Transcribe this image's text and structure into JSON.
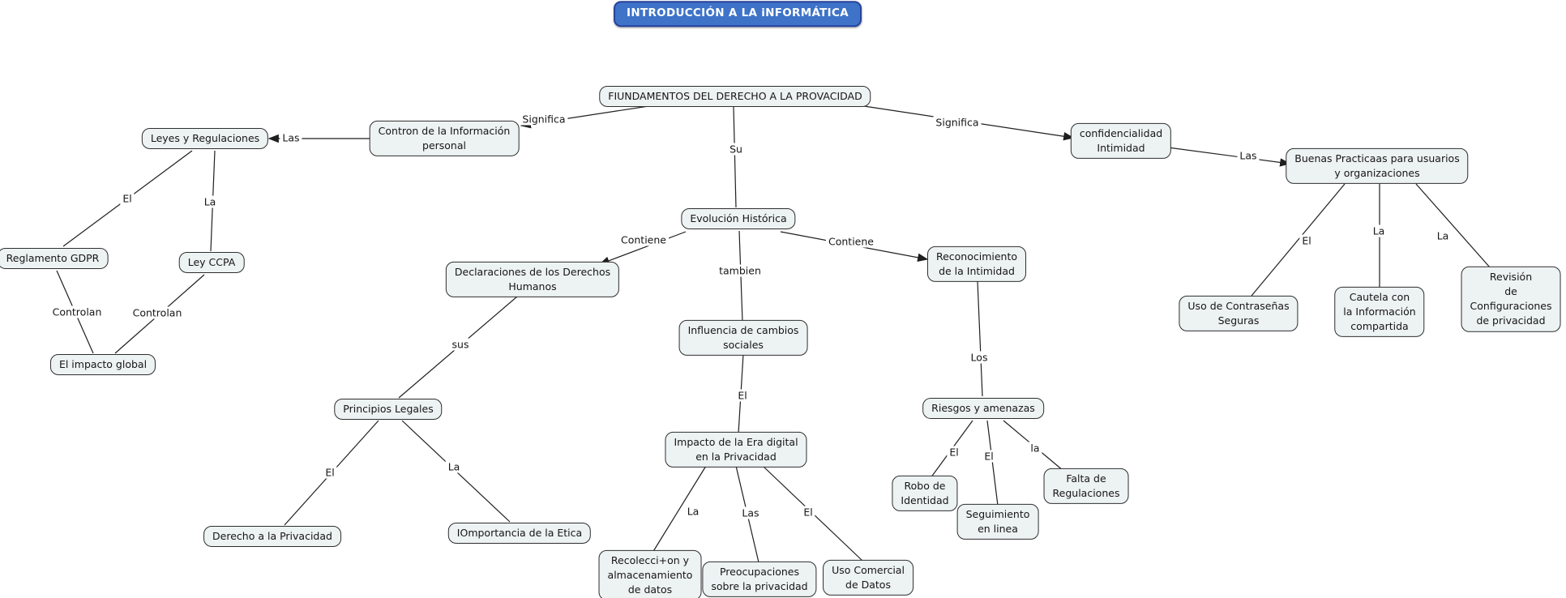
{
  "colors": {
    "background": "#ffffff",
    "node_fill": "#edf2f3",
    "node_border": "#2e2e2e",
    "node_text": "#161616",
    "title_fill": "#3e73c8",
    "title_border": "#27439d",
    "title_text": "#ffffff",
    "line": "#1f1f1f"
  },
  "nodes": {
    "title": "INTRODUCCIÓN A LA iNFORMÁTICA",
    "fundamentos": "FIUNDAMENTOS DEL DERECHO A LA PROVACIDAD",
    "leyes": "Leyes y Regulaciones",
    "contron": "Contron de la Información\npersonal",
    "reglamento": "Reglamento GDPR",
    "leyccpa": "Ley CCPA",
    "impacto_global": "El impacto global",
    "evolucion": "Evolución Histórica",
    "declaraciones": "Declaraciones de los Derechos\nHumanos",
    "principios": "Principios Legales",
    "influencia": "Influencia de cambios\nsociales",
    "impacto_era": "Impacto de la Era digital\nen la Privacidad",
    "derecho": "Derecho a la Privacidad",
    "iomportancia": "IOmportancia de la Etica",
    "recoleccion": "Recolecci+on y\nalmacenamiento\nde datos",
    "preocupaciones": "Preocupaciones\nsobre la privacidad",
    "uso_comercial": "Uso Comercial\nde Datos",
    "reconocimiento": "Reconocimiento\nde la Intimidad",
    "riesgos": "Riesgos y amenazas",
    "robo": "Robo de\nIdentidad",
    "seguimiento": "Seguimiento\nen linea",
    "falta": "Falta de\nRegulaciones",
    "confidencialidad": "confidencialidad\nIntimidad",
    "buenas": "Buenas Practicaas para usuarios\ny organizaciones",
    "uso_contrasenas": "Uso de Contraseñas\nSeguras",
    "cautela": "Cautela con\nla Información\ncompartida",
    "revision": "Revisión\nde Configuraciones\nde privacidad"
  },
  "edge_labels": {
    "e_significa_left": "Significa",
    "e_las_left": "Las",
    "e_su": "Su",
    "e_significa_right": "Significa",
    "e_las_right": "Las",
    "e_el_gdpr": "El",
    "e_la_ccpa": "La",
    "e_controlan_1": "Controlan",
    "e_controlan_2": "Controlan",
    "e_contiene_left": "Contiene",
    "e_tambien": "tambien",
    "e_contiene_right": "Contiene",
    "e_sus": "sus",
    "e_el_derecho": "El",
    "e_la_etica": "La",
    "e_el_impacto": "El",
    "e_la_recoleccion": "La",
    "e_las_preocupaciones": "Las",
    "e_el_uso": "El",
    "e_los": "Los",
    "e_el_robo": "El",
    "e_el_seguimiento": "El",
    "e_la_falta": "la",
    "e_el_contrasenas": "El",
    "e_la_cautela": "La",
    "e_la_revision": "La"
  }
}
